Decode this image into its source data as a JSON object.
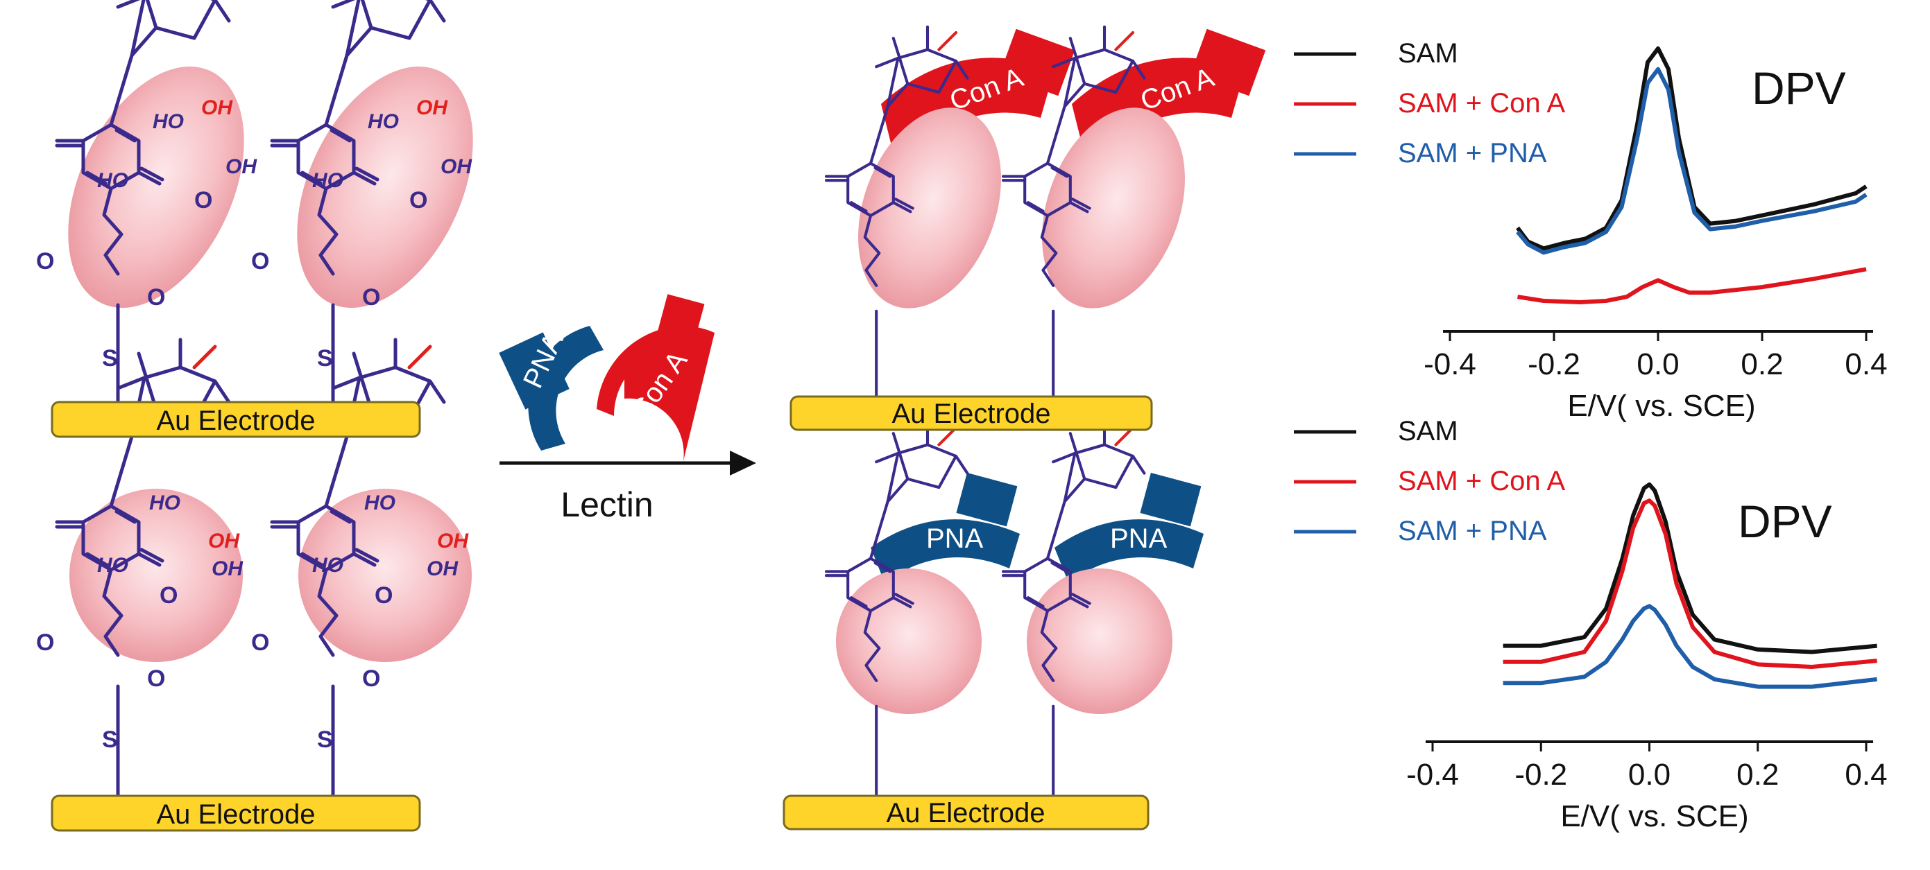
{
  "electrode_label": "Au Electrode",
  "arrow_label": "Lectin",
  "lectins": {
    "pna": {
      "label": "PNA",
      "color": "#0e4f86"
    },
    "cona": {
      "label": "Con A",
      "color": "#e0141c"
    }
  },
  "atoms": {
    "hydroxyl": "HO",
    "hydroxyl_r": "OH",
    "ring_oxygen": "O",
    "sulfur": "S"
  },
  "colors": {
    "bond": "#3b2a8c",
    "highlight_oh": "#e0201c",
    "halo": "#f4b8bd",
    "electrode": "#ffd42a"
  },
  "chart_data": [
    {
      "type": "line",
      "title": "DPV",
      "xlabel": "E/V( vs. SCE)",
      "ticks": [
        "-0.4",
        "-0.2",
        "0.0",
        "0.2",
        "0.4"
      ],
      "xlim": [
        -0.4,
        0.4
      ],
      "legend": "top-left",
      "series": [
        {
          "name": "SAM",
          "color": "#111111",
          "x": [
            -0.27,
            -0.25,
            -0.22,
            -0.18,
            -0.14,
            -0.1,
            -0.07,
            -0.04,
            -0.02,
            0.0,
            0.02,
            0.04,
            0.07,
            0.1,
            0.15,
            0.2,
            0.3,
            0.38,
            0.4
          ],
          "y": [
            0.55,
            0.45,
            0.4,
            0.44,
            0.47,
            0.55,
            0.75,
            1.3,
            1.75,
            1.85,
            1.7,
            1.2,
            0.7,
            0.58,
            0.6,
            0.64,
            0.72,
            0.8,
            0.85
          ]
        },
        {
          "name": "SAM + Con A",
          "color": "#e0141c",
          "x": [
            -0.27,
            -0.22,
            -0.15,
            -0.1,
            -0.06,
            -0.03,
            0.0,
            0.03,
            0.06,
            0.1,
            0.2,
            0.3,
            0.4
          ],
          "y": [
            0.05,
            0.02,
            0.01,
            0.02,
            0.05,
            0.12,
            0.17,
            0.12,
            0.08,
            0.08,
            0.12,
            0.18,
            0.25
          ]
        },
        {
          "name": "SAM + PNA",
          "color": "#1f5ea8",
          "x": [
            -0.27,
            -0.25,
            -0.22,
            -0.18,
            -0.14,
            -0.1,
            -0.07,
            -0.04,
            -0.02,
            0.0,
            0.02,
            0.04,
            0.07,
            0.1,
            0.15,
            0.2,
            0.3,
            0.38,
            0.4
          ],
          "y": [
            0.52,
            0.43,
            0.37,
            0.41,
            0.44,
            0.52,
            0.7,
            1.2,
            1.6,
            1.7,
            1.55,
            1.1,
            0.66,
            0.54,
            0.56,
            0.6,
            0.67,
            0.74,
            0.79
          ]
        }
      ]
    },
    {
      "type": "line",
      "title": "DPV",
      "xlabel": "E/V( vs. SCE)",
      "ticks": [
        "-0.4",
        "-0.2",
        "0.0",
        "0.2",
        "0.4"
      ],
      "xlim": [
        -0.4,
        0.4
      ],
      "legend": "top-left",
      "series": [
        {
          "name": "SAM",
          "color": "#111111",
          "x": [
            -0.27,
            -0.2,
            -0.12,
            -0.08,
            -0.05,
            -0.03,
            -0.01,
            0.0,
            0.01,
            0.03,
            0.05,
            0.08,
            0.12,
            0.2,
            0.3,
            0.42
          ],
          "y": [
            0.55,
            0.55,
            0.62,
            0.85,
            1.25,
            1.6,
            1.82,
            1.85,
            1.8,
            1.55,
            1.15,
            0.8,
            0.6,
            0.52,
            0.5,
            0.55
          ]
        },
        {
          "name": "SAM + Con A",
          "color": "#e0141c",
          "x": [
            -0.27,
            -0.2,
            -0.12,
            -0.08,
            -0.05,
            -0.03,
            -0.01,
            0.0,
            0.01,
            0.03,
            0.05,
            0.08,
            0.12,
            0.2,
            0.3,
            0.42
          ],
          "y": [
            0.42,
            0.42,
            0.5,
            0.75,
            1.15,
            1.5,
            1.7,
            1.72,
            1.68,
            1.45,
            1.05,
            0.7,
            0.5,
            0.4,
            0.38,
            0.43
          ]
        },
        {
          "name": "SAM + PNA",
          "color": "#1f5ea8",
          "x": [
            -0.27,
            -0.2,
            -0.12,
            -0.08,
            -0.05,
            -0.03,
            -0.01,
            0.0,
            0.01,
            0.03,
            0.05,
            0.08,
            0.12,
            0.2,
            0.3,
            0.42
          ],
          "y": [
            0.25,
            0.25,
            0.3,
            0.42,
            0.6,
            0.75,
            0.85,
            0.87,
            0.84,
            0.72,
            0.55,
            0.38,
            0.28,
            0.22,
            0.22,
            0.28
          ]
        }
      ]
    }
  ]
}
